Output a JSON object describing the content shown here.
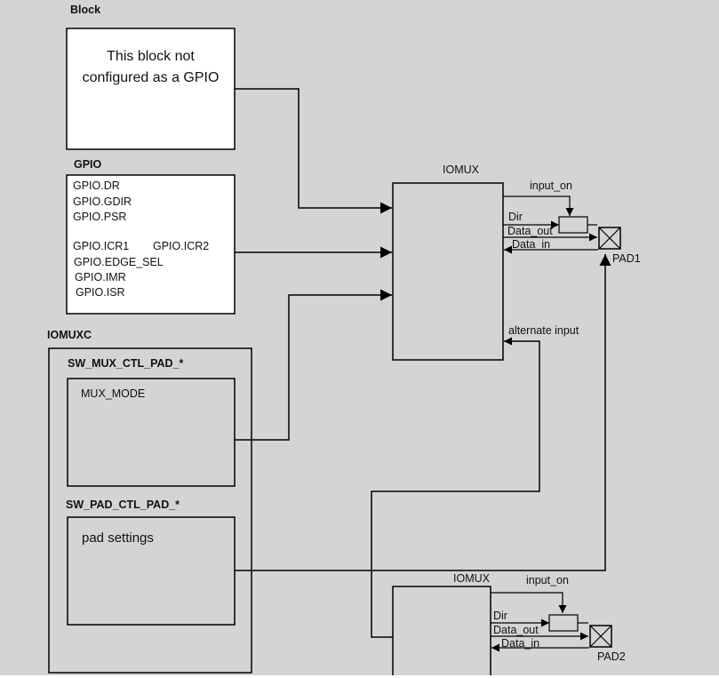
{
  "block": {
    "title": "Block",
    "text_line1": "This block not",
    "text_line2": "configured as a GPIO"
  },
  "gpio": {
    "title": "GPIO",
    "registers": [
      "GPIO.DR",
      "GPIO.GDIR",
      "GPIO.PSR",
      "GPIO.ICR1",
      "GPIO.ICR2",
      "GPIO.EDGE_SEL",
      "GPIO.IMR",
      "GPIO.ISR"
    ]
  },
  "iomuxc": {
    "title": "IOMUXC",
    "mux_ctl_title": "SW_MUX_CTL_PAD_*",
    "mux_mode": "MUX_MODE",
    "pad_ctl_title": "SW_PAD_CTL_PAD_*",
    "pad_settings": "pad settings"
  },
  "iomux1": {
    "title": "IOMUX",
    "input_on": "input_on",
    "dir": "Dir",
    "data_out": "Data_out",
    "data_in": "Data_in",
    "alternate_input": "alternate input",
    "pad": "PAD1"
  },
  "iomux2": {
    "title": "IOMUX",
    "input_on": "input_on",
    "dir": "Dir",
    "data_out": "Data_out",
    "data_in": "Data_in",
    "pad": "PAD2"
  },
  "colors": {
    "background": "#d4d4d4",
    "stroke": "#000000",
    "box_fill": "#ffffff"
  }
}
